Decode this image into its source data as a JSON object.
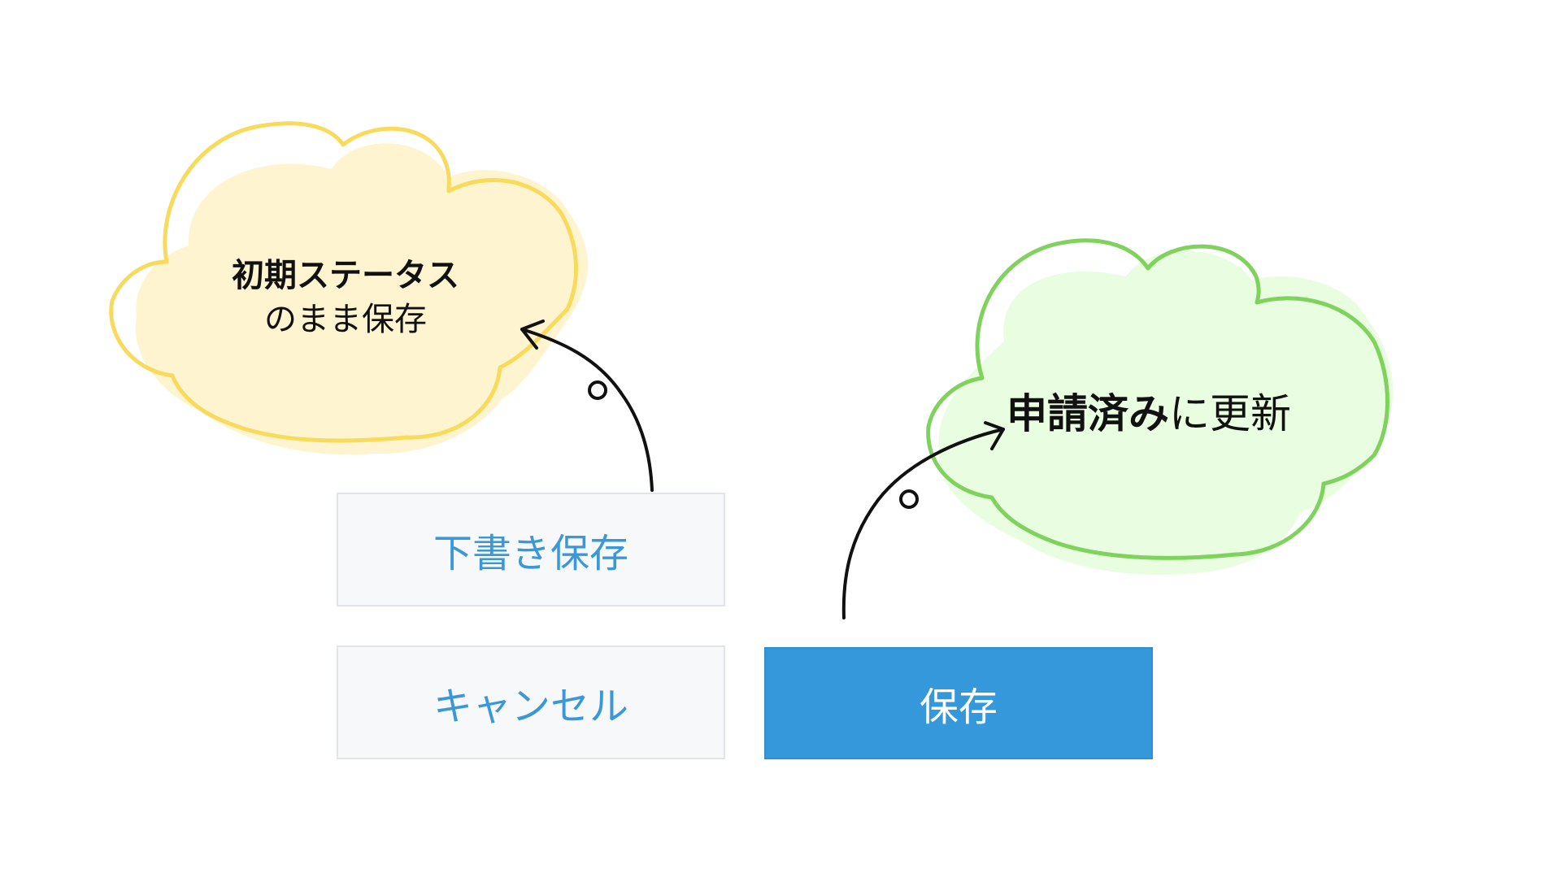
{
  "callouts": {
    "draft_note": {
      "line1": "初期ステータス",
      "line2": "のまま保存",
      "fill_color": "#fff4d0",
      "outline_color": "#f8db5c"
    },
    "save_note": {
      "bold": "申請済み",
      "rest": "に更新",
      "fill_color": "#e9fde0",
      "outline_color": "#7fd35d"
    }
  },
  "buttons": {
    "draft_label": "下書き保存",
    "cancel_label": "キャンセル",
    "save_label": "保存",
    "light_text_color": "#3b98d8",
    "primary_color": "#3498db"
  }
}
